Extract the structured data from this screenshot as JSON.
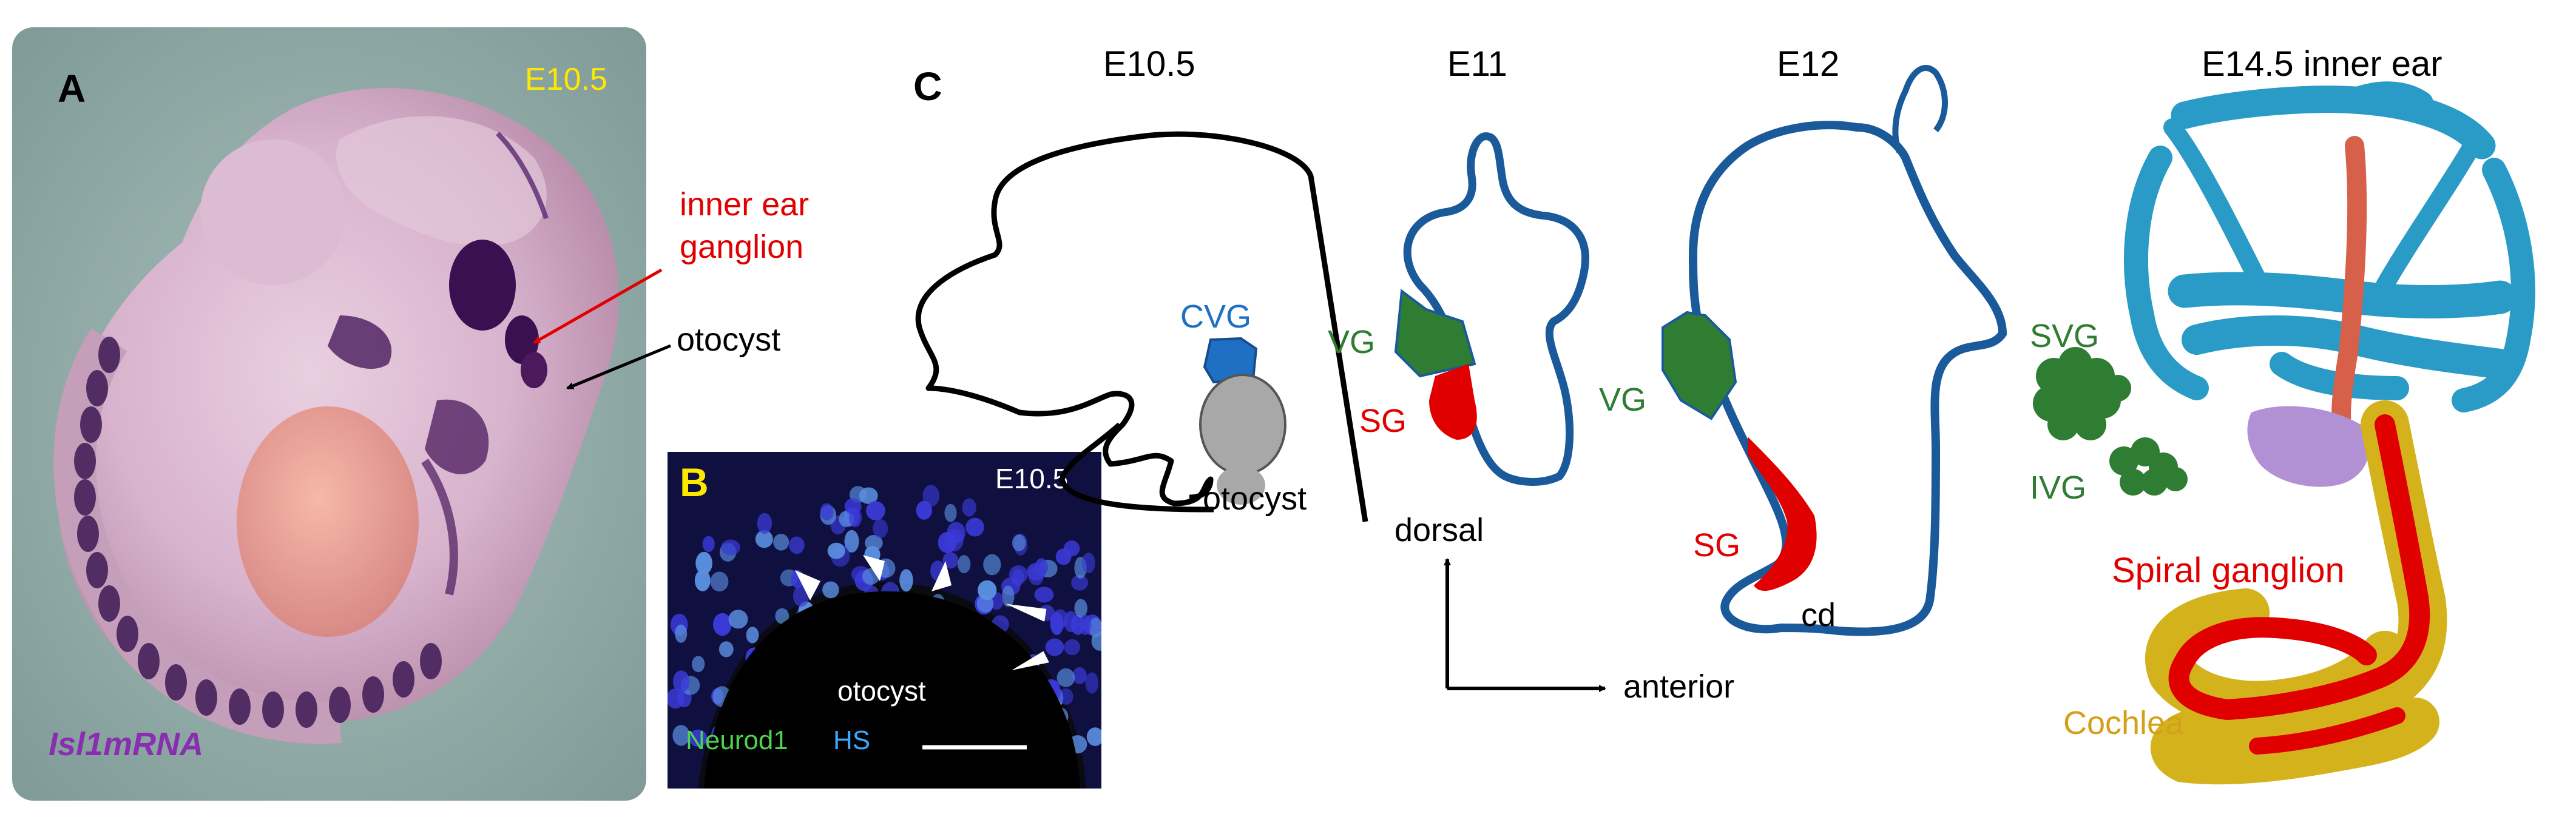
{
  "panelA": {
    "letter": "A",
    "stage": "E10.5",
    "label_ganglion_line1": "inner ear",
    "label_ganglion_line2": "ganglion",
    "label_otocyst": "otocyst",
    "probe": "Isl1mRNA"
  },
  "panelB": {
    "letter": "B",
    "stage": "E10.5",
    "center_label": "otocyst",
    "marker1": "Neurod1",
    "marker2": "HS"
  },
  "panelC": {
    "letter": "C",
    "stages": [
      "E10.5",
      "E11",
      "E12",
      "E14.5 inner ear"
    ],
    "cvg": "CVG",
    "otocyst": "otocyst",
    "vg": "VG",
    "sg": "SG",
    "cd": "cd",
    "axis_dorsal": "dorsal",
    "axis_anterior": "anterior",
    "svg": "SVG",
    "ivg": "IVG",
    "spiral_ganglion": "Spiral ganglion",
    "cochlea": "Cochlea"
  },
  "colors": {
    "neuro_blue": "#1a5a9a",
    "ganglion_green": "#2e7d32",
    "sg_red": "#e00000",
    "cvg_blue": "#1f6fc4",
    "otocyst_gray": "#a8a8a8",
    "ear_cyan": "#2a9bc6",
    "cochlea_gold": "#d4b21c",
    "stain_purple": "#4a1a5c",
    "stage_yellow": "#ffe800",
    "probe_purple": "#8a2eb0"
  }
}
